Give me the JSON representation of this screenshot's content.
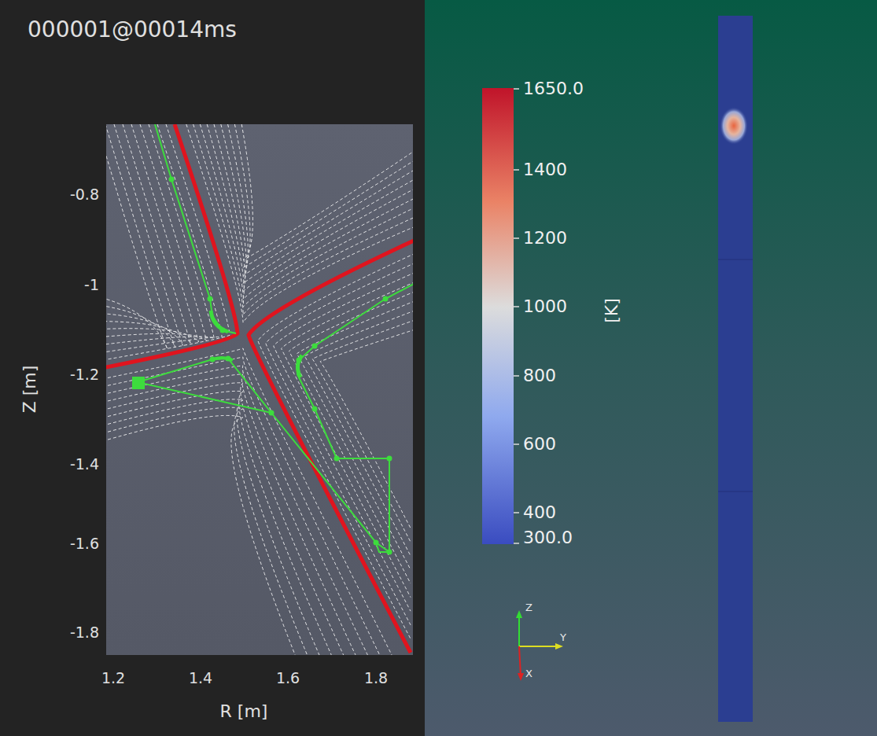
{
  "diagram": {
    "labels": [
      "000001@00014ms",
      "-0.8",
      "-1",
      "-1.2",
      "-1.4",
      "-1.6",
      "-1.8",
      "Z [m]",
      "1.2",
      "1.4",
      "1.6",
      "1.8",
      "R [m]",
      "1650.0",
      "1400",
      "1200",
      "1000",
      "800",
      "600",
      "400",
      "300.0",
      "[K]",
      "Z",
      "Y",
      "X"
    ]
  }
}
